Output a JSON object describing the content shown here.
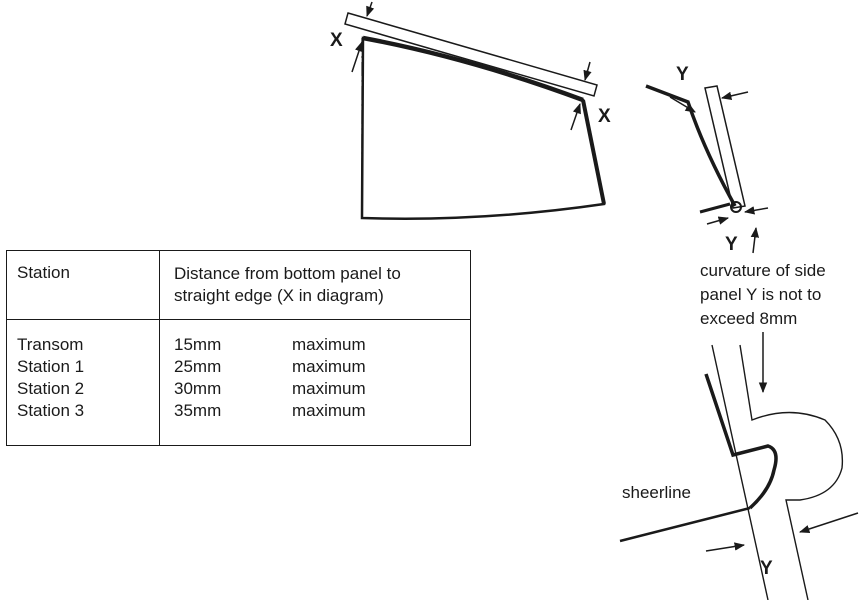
{
  "labels": {
    "x_left": "X",
    "x_right": "X",
    "y_top": "Y",
    "y_mid": "Y",
    "y_bottom": "Y",
    "curvature_line1": "curvature of side",
    "curvature_line2": "panel Y is not to",
    "curvature_line3": "exceed 8mm",
    "sheerline": "sheerline"
  },
  "table": {
    "col1_header": "Station",
    "col2_header_line1": "Distance from bottom panel to",
    "col2_header_line2": "straight edge (X in diagram)",
    "rows": [
      {
        "station": "Transom",
        "distance": "15mm",
        "limit": "maximum"
      },
      {
        "station": "Station 1",
        "distance": "25mm",
        "limit": "maximum"
      },
      {
        "station": "Station 2",
        "distance": "30mm",
        "limit": "maximum"
      },
      {
        "station": "Station 3",
        "distance": "35mm",
        "limit": "maximum"
      }
    ]
  }
}
